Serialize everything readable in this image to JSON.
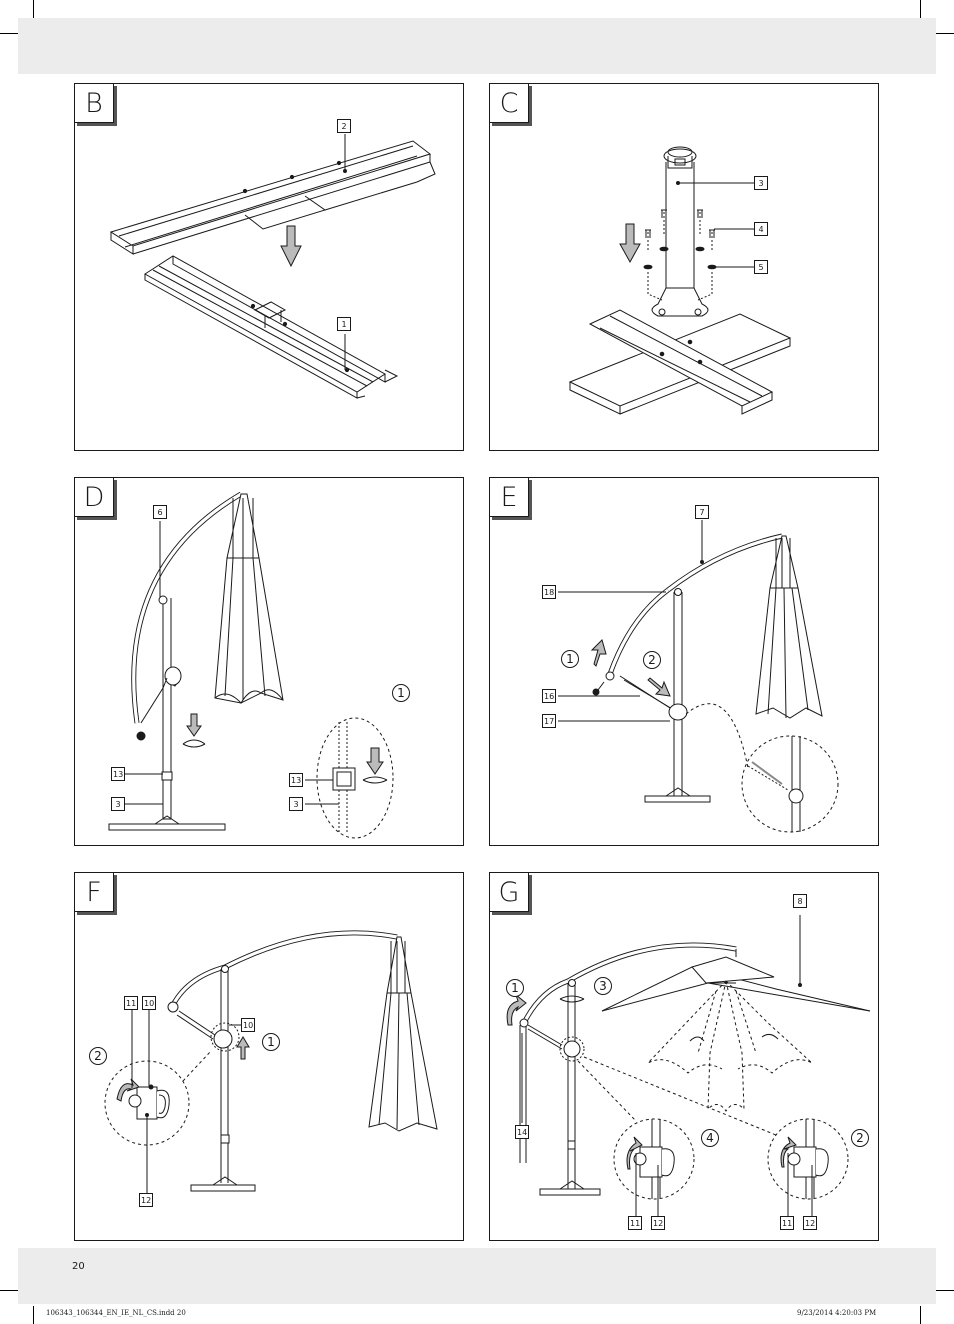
{
  "page_number": "20",
  "slug_left": "106343_106344_EN_IE_NL_CS.indd   20",
  "slug_right": "9/23/2014   4:20:03 PM",
  "panels": {
    "b": {
      "letter": "B",
      "labels": [
        "2",
        "1"
      ]
    },
    "c": {
      "letter": "C",
      "labels": [
        "3",
        "4",
        "5"
      ]
    },
    "d": {
      "letter": "D",
      "labels": [
        "6",
        "13",
        "3",
        "13",
        "3"
      ],
      "steps": [
        "1"
      ]
    },
    "e": {
      "letter": "E",
      "labels": [
        "7",
        "18",
        "16",
        "17"
      ],
      "steps": [
        "1",
        "2"
      ]
    },
    "f": {
      "letter": "F",
      "labels": [
        "11",
        "10",
        "10",
        "12"
      ],
      "steps": [
        "2",
        "1"
      ]
    },
    "g": {
      "letter": "G",
      "labels": [
        "8",
        "14",
        "11",
        "12",
        "11",
        "12"
      ],
      "steps": [
        "1",
        "3",
        "4",
        "2"
      ]
    }
  }
}
